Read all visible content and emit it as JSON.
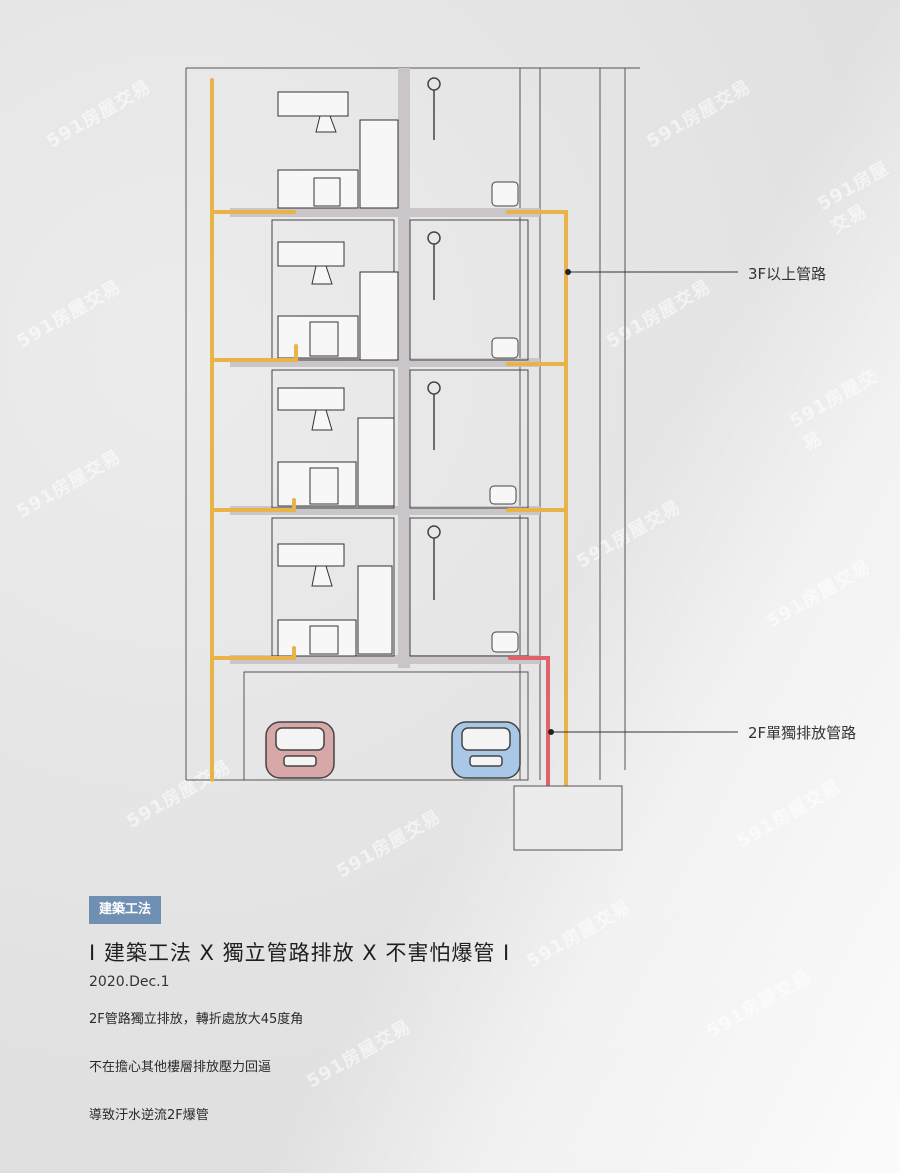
{
  "callouts": {
    "upper_pipes": "3F以上管路",
    "second_floor_pipe": "2F單獨排放管路"
  },
  "article": {
    "category_tag": "建築工法",
    "headline": "Ⅰ 建築工法 X 獨立管路排放 X 不害怕爆管 Ⅰ",
    "date": "2020.Dec.1",
    "lines": [
      "2F管路獨立排放，轉折處放大45度角",
      "不在擔心其他樓層排放壓力回逼",
      "導致汙水逆流2F爆管"
    ]
  },
  "watermark": "591房屋交易",
  "colors": {
    "main_pipe": "#e8b347",
    "independent_pipe": "#e0636b",
    "car_left": "#d8a7a7",
    "car_right": "#a9c8e8",
    "tag_bg": "#6f8fb3"
  }
}
